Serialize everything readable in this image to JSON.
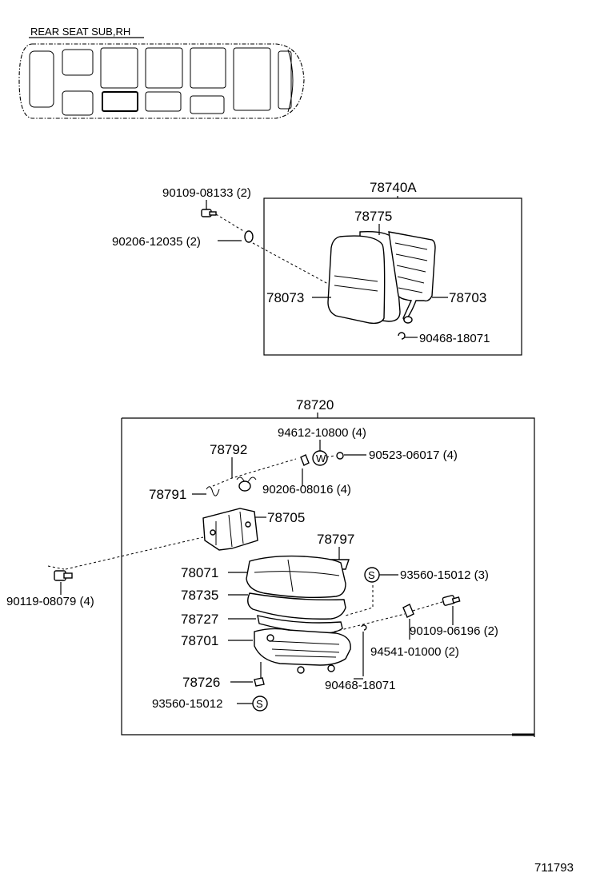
{
  "header": {
    "title": "REAR  SEAT  SUB,RH"
  },
  "upper_assembly": {
    "box_label": "78740A",
    "parts": {
      "p90109_08133": "90109-08133 (2)",
      "p90206_12035": "90206-12035 (2)",
      "p78775": "78775",
      "p78073": "78073",
      "p78703": "78703",
      "p90468_18071_a": "90468-18071"
    }
  },
  "lower_assembly": {
    "box_label": "78720",
    "parts": {
      "p94612_10800": "94612-10800 (4)",
      "p90523_06017": "90523-06017 (4)",
      "p78792": "78792",
      "p90206_08016": "90206-08016 (4)",
      "p78791": "78791",
      "p78705": "78705",
      "p78797": "78797",
      "p90119_08079": "90119-08079 (4)",
      "p78071": "78071",
      "p93560_15012_a": "93560-15012 (3)",
      "p78735": "78735",
      "p78727": "78727",
      "p90109_06196": "90109-06196 (2)",
      "p78701": "78701",
      "p94541_01000": "94541-01000 (2)",
      "p78726": "78726",
      "p90468_18071_b": "90468-18071",
      "p93560_15012_b": "93560-15012"
    },
    "symbols": {
      "w_mark": "W",
      "s_mark_1": "S",
      "s_mark_2": "S"
    }
  },
  "footer": {
    "diagram_number": "711793"
  }
}
